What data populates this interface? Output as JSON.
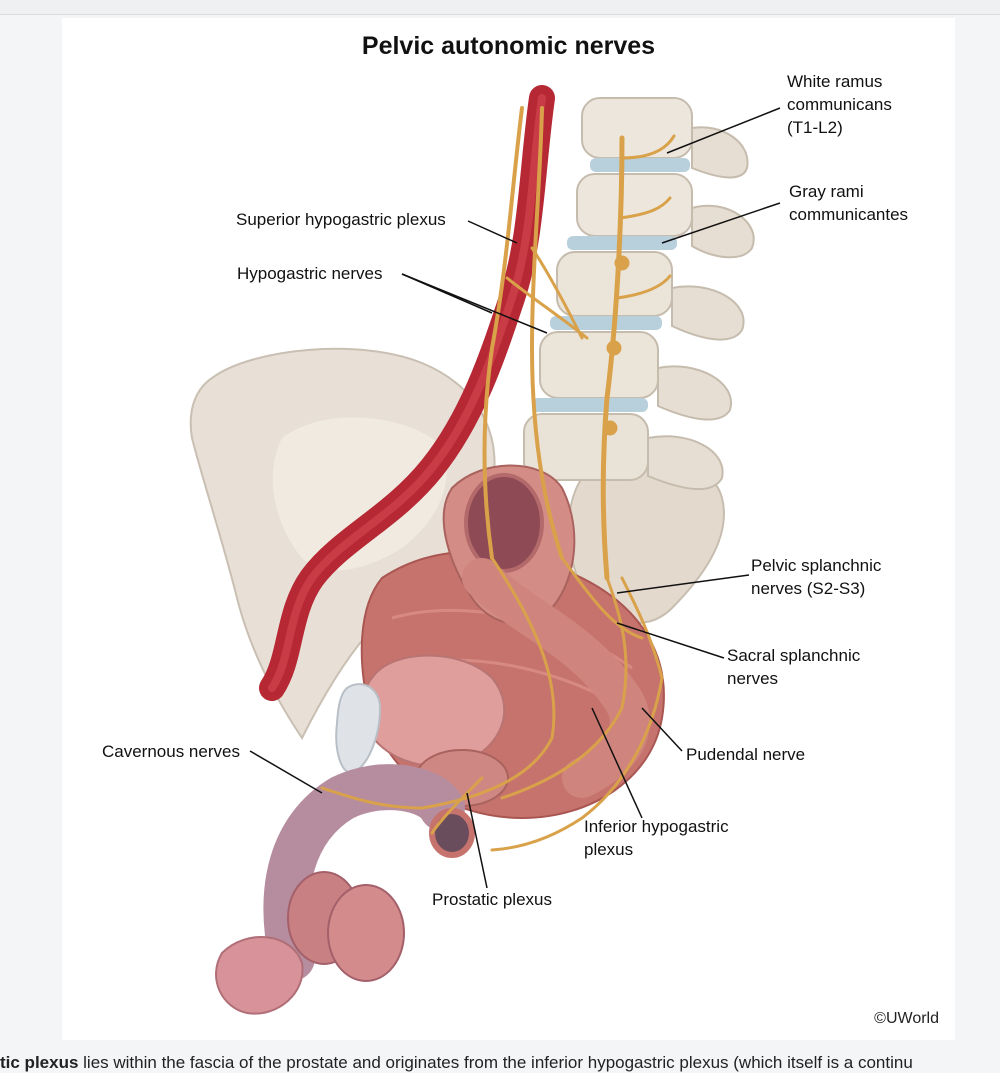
{
  "figure": {
    "title": "Pelvic autonomic nerves",
    "copyright": "©UWorld",
    "labels": {
      "white_ramus": [
        "White ramus",
        "communicans",
        "(T1-L2)"
      ],
      "gray_rami": [
        "Gray rami",
        "communicantes"
      ],
      "superior_hypogastric": "Superior hypogastric plexus",
      "hypogastric_nerves": "Hypogastric nerves",
      "pelvic_splanchnic": [
        "Pelvic  splanchnic",
        "nerves (S2-S3)"
      ],
      "sacral_splanchnic": [
        "Sacral splanchnic",
        "nerves"
      ],
      "cavernous_nerves": "Cavernous nerves",
      "pudendal_nerve": "Pudendal nerve",
      "inferior_hypogastric": [
        "Inferior hypogastric",
        "plexus"
      ],
      "prostatic_plexus": "Prostatic plexus"
    }
  },
  "caption": {
    "bold_fragment": "tic plexus",
    "text": " lies within the fascia of the prostate and originates from the inferior hypogastric plexus (which itself is a continu"
  },
  "colors": {
    "nerve": "#d9a24a",
    "artery": "#b52834",
    "bone": "#e6ddd2",
    "muscle": "#c7736d",
    "organ": "#d99a97"
  }
}
